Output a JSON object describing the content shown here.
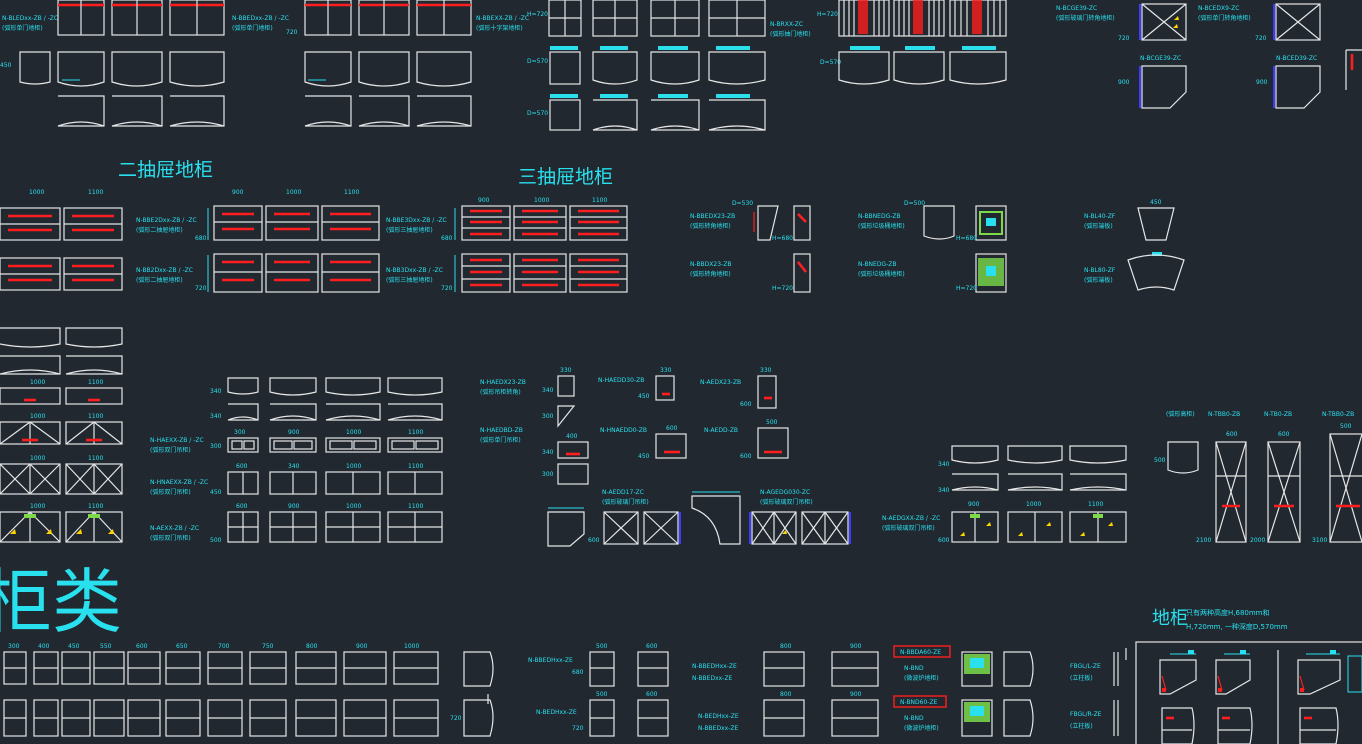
{
  "headings": {
    "two_drawer": "二抽屉地柜",
    "three_drawer": "三抽屉地柜",
    "cabinet_big": "柜类",
    "base_cabinet": "地柜",
    "base_note_1": "只有两种高度H,680mm和",
    "base_note_2": "H,720mm, 一种深度D,570mm"
  },
  "codes": {
    "two_drawer_a": "N-BBE2Dxx-ZB / -ZC",
    "two_drawer_a_desc": "(弧形二抽屉地柜)",
    "two_drawer_b": "N-BB2Dxx-ZB / -ZC",
    "two_drawer_b_desc": "(弧形二抽屉地柜)",
    "three_drawer_a": "N-BBE3Dxx-ZB / -ZC",
    "three_drawer_a_desc": "(弧形三抽屉地柜)",
    "three_drawer_b": "N-BB3Dxx-ZB / -ZC",
    "three_drawer_b_desc": "(弧形三抽屉地柜)",
    "corner_1": "N-BBEDX23-ZB",
    "corner_1_desc": "(弧形转角地柜)",
    "corner_2": "N-BBDX23-ZB",
    "corner_2_desc": "(弧形转角地柜)",
    "bin_1": "N-BBNEDG-ZB",
    "bin_1_desc": "(弧形垃圾桶地柜)",
    "bin_2": "N-BNEDG-ZB",
    "bin_2_desc": "(弧形垃圾桶地柜)",
    "end_1": "N-BL40-ZF",
    "end_1_desc": "(弧形端板)",
    "end_2": "N-BL80-ZF",
    "end_2_desc": "(弧形端板)",
    "wall_1": "N-HAEDX23-ZB",
    "wall_1_desc": "(弧形吊柜转角)",
    "wall_2": "N-HAEDBD-ZB",
    "wall_2_desc": "(弧形单门吊柜)",
    "wall_3": "N-HAEDD30-ZB",
    "wall_4": "N-AEDX23-ZB",
    "wall_5": "N-HNAEDD0-ZB",
    "wall_6": "N-AEDD-ZB",
    "wall_7": "N-AEDD17-ZC",
    "wall_7_desc": "(弧形玻璃门吊柜)",
    "wall_8": "N-AGEDG030-ZC",
    "wall_8_desc": "(弧形玻璃双门吊柜)",
    "wall_9": "N-HAEXX-ZB / -ZC",
    "wall_9_desc": "(弧形双门吊柜)",
    "wall_10": "N-HNAEXX-ZB / -ZC",
    "wall_10_desc": "(弧形双门吊柜)",
    "wall_11": "N-AEXX-ZB / -ZC",
    "wall_11_desc": "(弧形双门吊柜)",
    "glass_row": "N-AEDGXX-ZB / -ZC",
    "glass_row_desc": "(弧形玻璃双门吊柜)",
    "top_1": "N-BLEDxx-ZB / -ZC",
    "top_1_desc": "(弧形单门地柜)",
    "top_2": "N-BBEDxx-ZB / -ZC",
    "top_2_desc": "(弧形单门地柜)",
    "top_3": "N-BBEXX-ZB / -ZC",
    "top_3_desc": "(弧形十字架地柜)",
    "top_4": "N-BRXX-ZC",
    "top_4_desc": "(弧形抽门地柜)",
    "top_5": "N-BCGE39-ZC",
    "top_5_desc": "(弧形玻璃门转角地柜)",
    "top_6": "N-BCEDX9-ZC",
    "top_6_desc": "(弧形单门转角地柜)",
    "top_7": "N-BCGE39-ZC",
    "top_7_b": "N-BCED39-ZC",
    "tall_1": "N-TBB0-ZB",
    "tall_2": "N-TB0-ZB",
    "tall_3": "N-TBB0-ZB",
    "tall_0_desc": "(弧形高柜)",
    "bot_1": "N-BBEDHxx-ZE",
    "bot_2": "N-BEDHxx-ZE",
    "bot_3": "N-BBEDHxx-ZE",
    "bot_3_b": "N-BBEDxx-ZE",
    "bot_4": "N-BEDHxx-ZE",
    "bot_4_b": "N-BBEDxx-ZE",
    "bot_5": "N-BBDA60-ZE",
    "bot_5_b": "N-BND",
    "bot_5_desc": "(微波炉地柜)",
    "bot_6": "N-BND60-ZE",
    "bot_6_b": "N-BND",
    "bot_6_desc": "(微波炉地柜)",
    "bot_7": "FBGL/L-ZE",
    "bot_7_desc": "(立柱板)",
    "bot_8": "FBGL/R-ZE",
    "bot_8_desc": "(立柱板)"
  },
  "dims": {
    "w1000": "1000",
    "w1100": "1100",
    "w900": "900",
    "w400": "400",
    "w300": "300",
    "w330": "330",
    "w600": "600",
    "w500": "500",
    "w450": "450",
    "w340": "340",
    "w700": "700",
    "w750": "750",
    "w800": "800",
    "w650": "650",
    "w550": "550",
    "w1000b": "1000",
    "h680": "680",
    "h720": "720",
    "H720": "H=720",
    "H680": "H=680",
    "D570": "D=570",
    "D530": "D=530",
    "D500": "D=500",
    "w2100": "2100",
    "w2000": "2000",
    "w3100": "3100"
  },
  "colors": {
    "background": "#212830",
    "line": "#e6e6e6",
    "text": "#29e0ee",
    "handle": "#ff1e1e",
    "highlight": "#7bd94a",
    "accent": "#ffd500",
    "glass": "#3b3bff"
  }
}
